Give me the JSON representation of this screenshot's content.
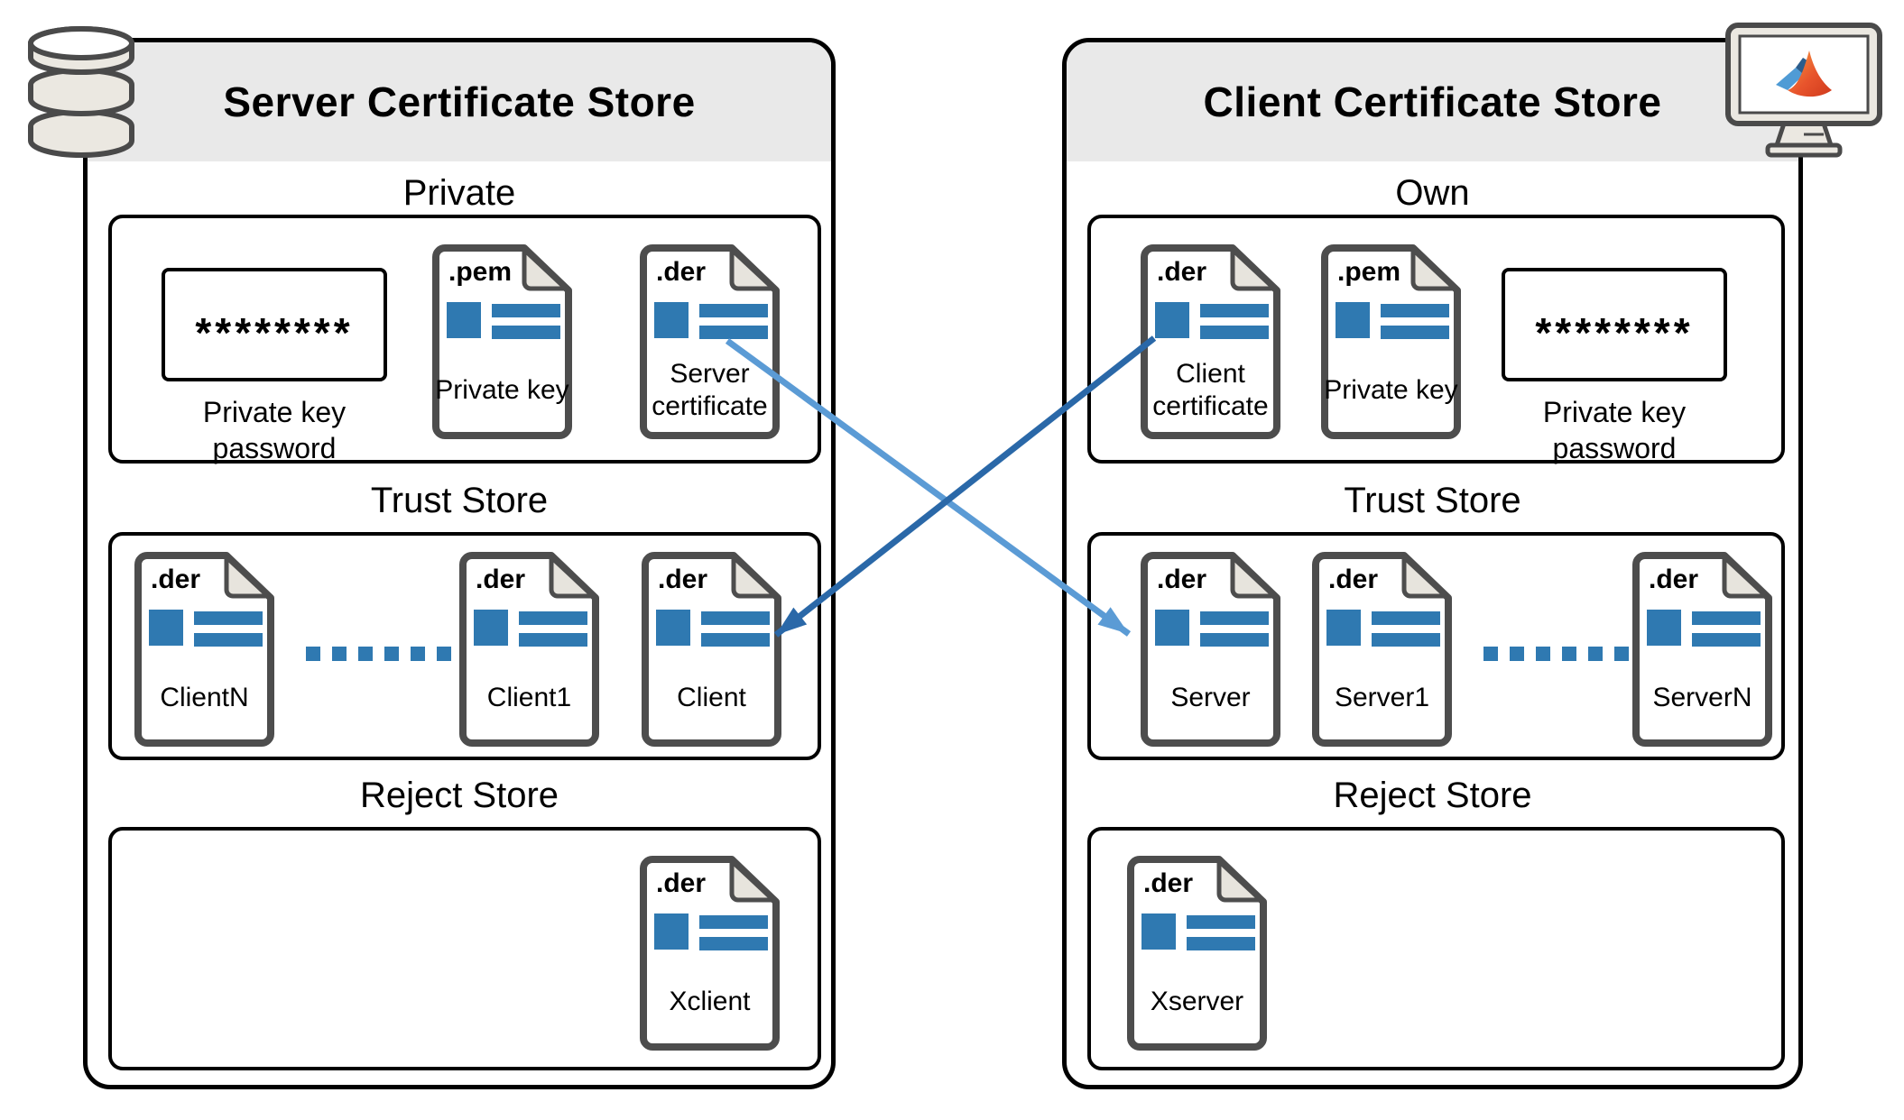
{
  "colors": {
    "container_border": "#000000",
    "header_background": "#e9e9e9",
    "file_border": "#4d4d4d",
    "file_fold": "#e7e4dd",
    "file_accent_blue": "#2f79b1",
    "arrow_light_blue": "#5b9bd5",
    "arrow_dark_blue": "#2a68a8",
    "device_fill": "#ebe8e1"
  },
  "icons": {
    "top_left": "database-icon",
    "top_right": "matlab-monitor-icon"
  },
  "stores": [
    {
      "title": "Server Certificate Store",
      "sections": [
        {
          "label": "Private",
          "password": {
            "masked_value": "********",
            "caption": "Private key password"
          },
          "files": [
            {
              "ext": ".pem",
              "name": "Private key"
            },
            {
              "ext": ".der",
              "name": "Server certificate"
            }
          ]
        },
        {
          "label": "Trust Store",
          "has_ellipsis": true,
          "ellipsis_dot_count": 6,
          "files": [
            {
              "ext": ".der",
              "name": "ClientN"
            },
            {
              "ext": ".der",
              "name": "Client1"
            },
            {
              "ext": ".der",
              "name": "Client"
            }
          ]
        },
        {
          "label": "Reject Store",
          "files": [
            {
              "ext": ".der",
              "name": "Xclient"
            }
          ]
        }
      ]
    },
    {
      "title": "Client Certificate Store",
      "sections": [
        {
          "label": "Own",
          "password": {
            "masked_value": "********",
            "caption": "Private key password"
          },
          "files": [
            {
              "ext": ".der",
              "name": "Client certificate"
            },
            {
              "ext": ".pem",
              "name": "Private key"
            }
          ]
        },
        {
          "label": "Trust Store",
          "has_ellipsis": true,
          "ellipsis_dot_count": 6,
          "files": [
            {
              "ext": ".der",
              "name": "Server"
            },
            {
              "ext": ".der",
              "name": "Server1"
            },
            {
              "ext": ".der",
              "name": "ServerN"
            }
          ]
        },
        {
          "label": "Reject Store",
          "files": [
            {
              "ext": ".der",
              "name": "Xserver"
            }
          ]
        }
      ]
    }
  ],
  "arrows": [
    {
      "from": "Server certificate (.der)",
      "to": "Server (.der) in Client Trust Store",
      "color": "#5b9bd5"
    },
    {
      "from": "Client certificate (.der)",
      "to": "Client (.der) in Server Trust Store",
      "color": "#2a68a8"
    }
  ]
}
